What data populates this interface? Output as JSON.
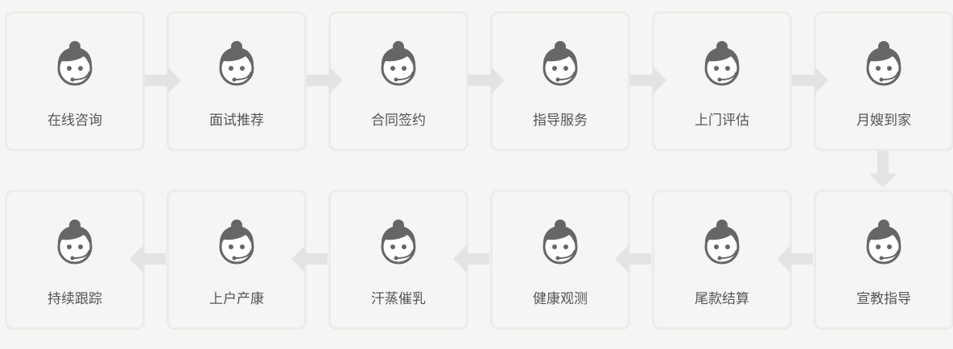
{
  "steps_row1": [
    "在线咨询",
    "面试推荐",
    "合同签约",
    "指导服务",
    "上门评估",
    "月嫂到家"
  ],
  "steps_row2": [
    "宣教指导",
    "尾款结算",
    "健康观测",
    "汗蒸催乳",
    "上户产康",
    "持续跟踪"
  ],
  "colors": {
    "background": "#f6f5f3",
    "border": "#ebebea",
    "icon": "#666666",
    "arrow": "#e4e3e3"
  }
}
